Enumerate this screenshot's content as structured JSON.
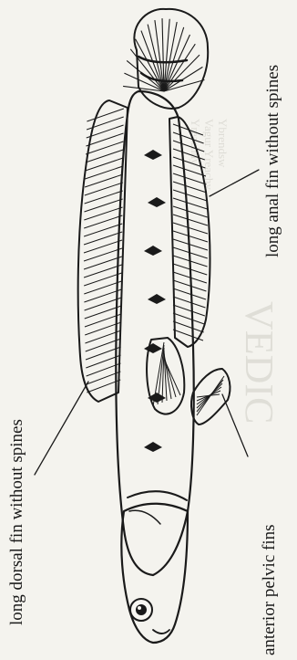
{
  "labels": {
    "dorsal": "long dorsal fin without spines",
    "anal": "long anal fin without spines",
    "pelvic": "anterior pelvic fins"
  },
  "colors": {
    "paper": "#f4f3ee",
    "ink": "#1a1a1a"
  }
}
